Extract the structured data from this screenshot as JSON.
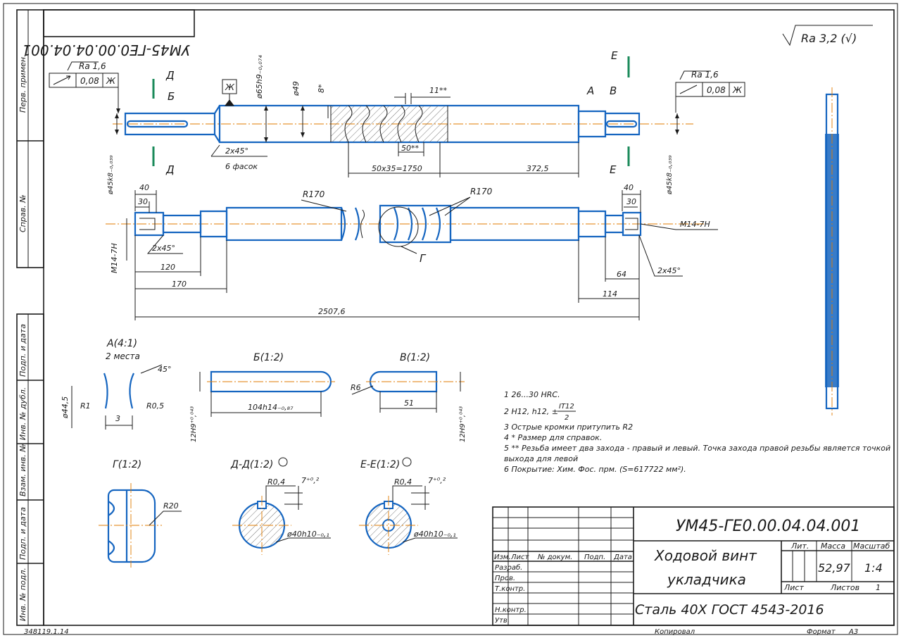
{
  "colors": {
    "outline": "#1565c0",
    "axis": "#e07b00",
    "ink": "#1a1a1a",
    "green": "#1a8a5a"
  },
  "stamp": {
    "designation": "УМ45-ГЕ0.00.04.04.001",
    "mirrored_code": "УМ45-ГЕ0.00.04.04.001",
    "name_line1": "Ходовой винт",
    "name_line2": "укладчика",
    "material": "Сталь 40Х ГОСТ 4543-2016",
    "col_lit": "Лит.",
    "col_mass": "Масса",
    "col_scale": "Масштаб",
    "mass": "52,97",
    "scale": "1:4",
    "sheet_label": "Лист",
    "sheets_label": "Листов",
    "sheets_value": "1",
    "rev_headers": [
      "Изм.",
      "Лист",
      "№ докум.",
      "Подп.",
      "Дата"
    ],
    "roles": [
      "Разраб.",
      "Пров.",
      "Т.контр.",
      "Н.контр.",
      "Утв."
    ],
    "copied": "Копировал",
    "format_label": "Формат",
    "format_value": "А3",
    "number_bottom": "348119.1.14"
  },
  "side_stamp": [
    "Перв. примен.",
    "Справ. №",
    "Подп. и дата",
    "Инв. № дубл.",
    "Взам. инв. №",
    "Подп. и дата",
    "Инв. № подл."
  ],
  "roughness_general": "Ra 3,2 (√)",
  "tolerance_left": {
    "ra": "Ra 1,6",
    "value": "0,08",
    "datum": "Ж"
  },
  "tolerance_right": {
    "ra": "Ra 1,6",
    "value": "0,08",
    "datum": "Ж"
  },
  "datum_label": "Ж",
  "letters": {
    "A": "А",
    "B": "Б",
    "V": "В",
    "G": "Г",
    "D": "Д",
    "E": "Е"
  },
  "dimensions": {
    "d65": "ø65h9₋₀,₀₇₄",
    "d49": "ø49",
    "d8": "8*",
    "d11": "11**",
    "d50": "50**",
    "chamfer1": "2x45°",
    "chamfer1_note": "6 фасок",
    "pitch": "50x35=1750",
    "len3725": "372,5",
    "d45_left": "ø45k8₋₀,₀₃₉",
    "d45_right": "ø45k8₋₀,₀₃₉",
    "l40_left": "40",
    "l30_left": "30",
    "r170_left": "R170",
    "r170_right": "R170",
    "l40_right": "40",
    "l30_right": "30",
    "m14_left": "M14-7H",
    "m14_right": "M14-7H",
    "chamfer2": "2x45°",
    "l120": "120",
    "l170": "170",
    "l64": "64",
    "chamfer3": "2x45°",
    "l114": "114",
    "l25076": "2507,6"
  },
  "views": {
    "a_title": "А(4:1)",
    "a_sub": "2 места",
    "a_45": "45°",
    "a_d": "ø44,5",
    "a_r1": "R1",
    "a_r05": "R0,5",
    "a_3": "3",
    "b_title": "Б(1:2)",
    "b_len": "104h14₋₀,₈₇",
    "b_w": "12H9⁺⁰,⁰⁴³",
    "v_title": "В(1:2)",
    "v_r6": "R6",
    "v_len": "51",
    "v_w": "12H9⁺⁰,⁰⁴³",
    "g_title": "Г(1:2)",
    "g_r20": "R20",
    "dd_title": "Д-Д(1:2)",
    "dd_r": "R0,4",
    "dd_7": "7⁺⁰,²",
    "dd_d": "ø40h10₋₀,₁",
    "ee_title": "Е-Е(1:2)",
    "ee_r": "R0,4",
    "ee_7": "7⁺⁰,²",
    "ee_d": "ø40h10₋₀,₁"
  },
  "notes": [
    "1  26...30 HRC.",
    "2  H12, h12, ±",
    "3  Острые кромки притупить R2",
    "4  * Размер для справок.",
    "5  ** Резьба имеет два захода - правый и левый. Точка захода правой резьбы является точкой",
    "выхода для левой",
    "6  Покрытие: Хим. Фос. прм. (S=617722 мм²)."
  ],
  "note2_fraction": {
    "num": "IT12",
    "den": "2"
  }
}
